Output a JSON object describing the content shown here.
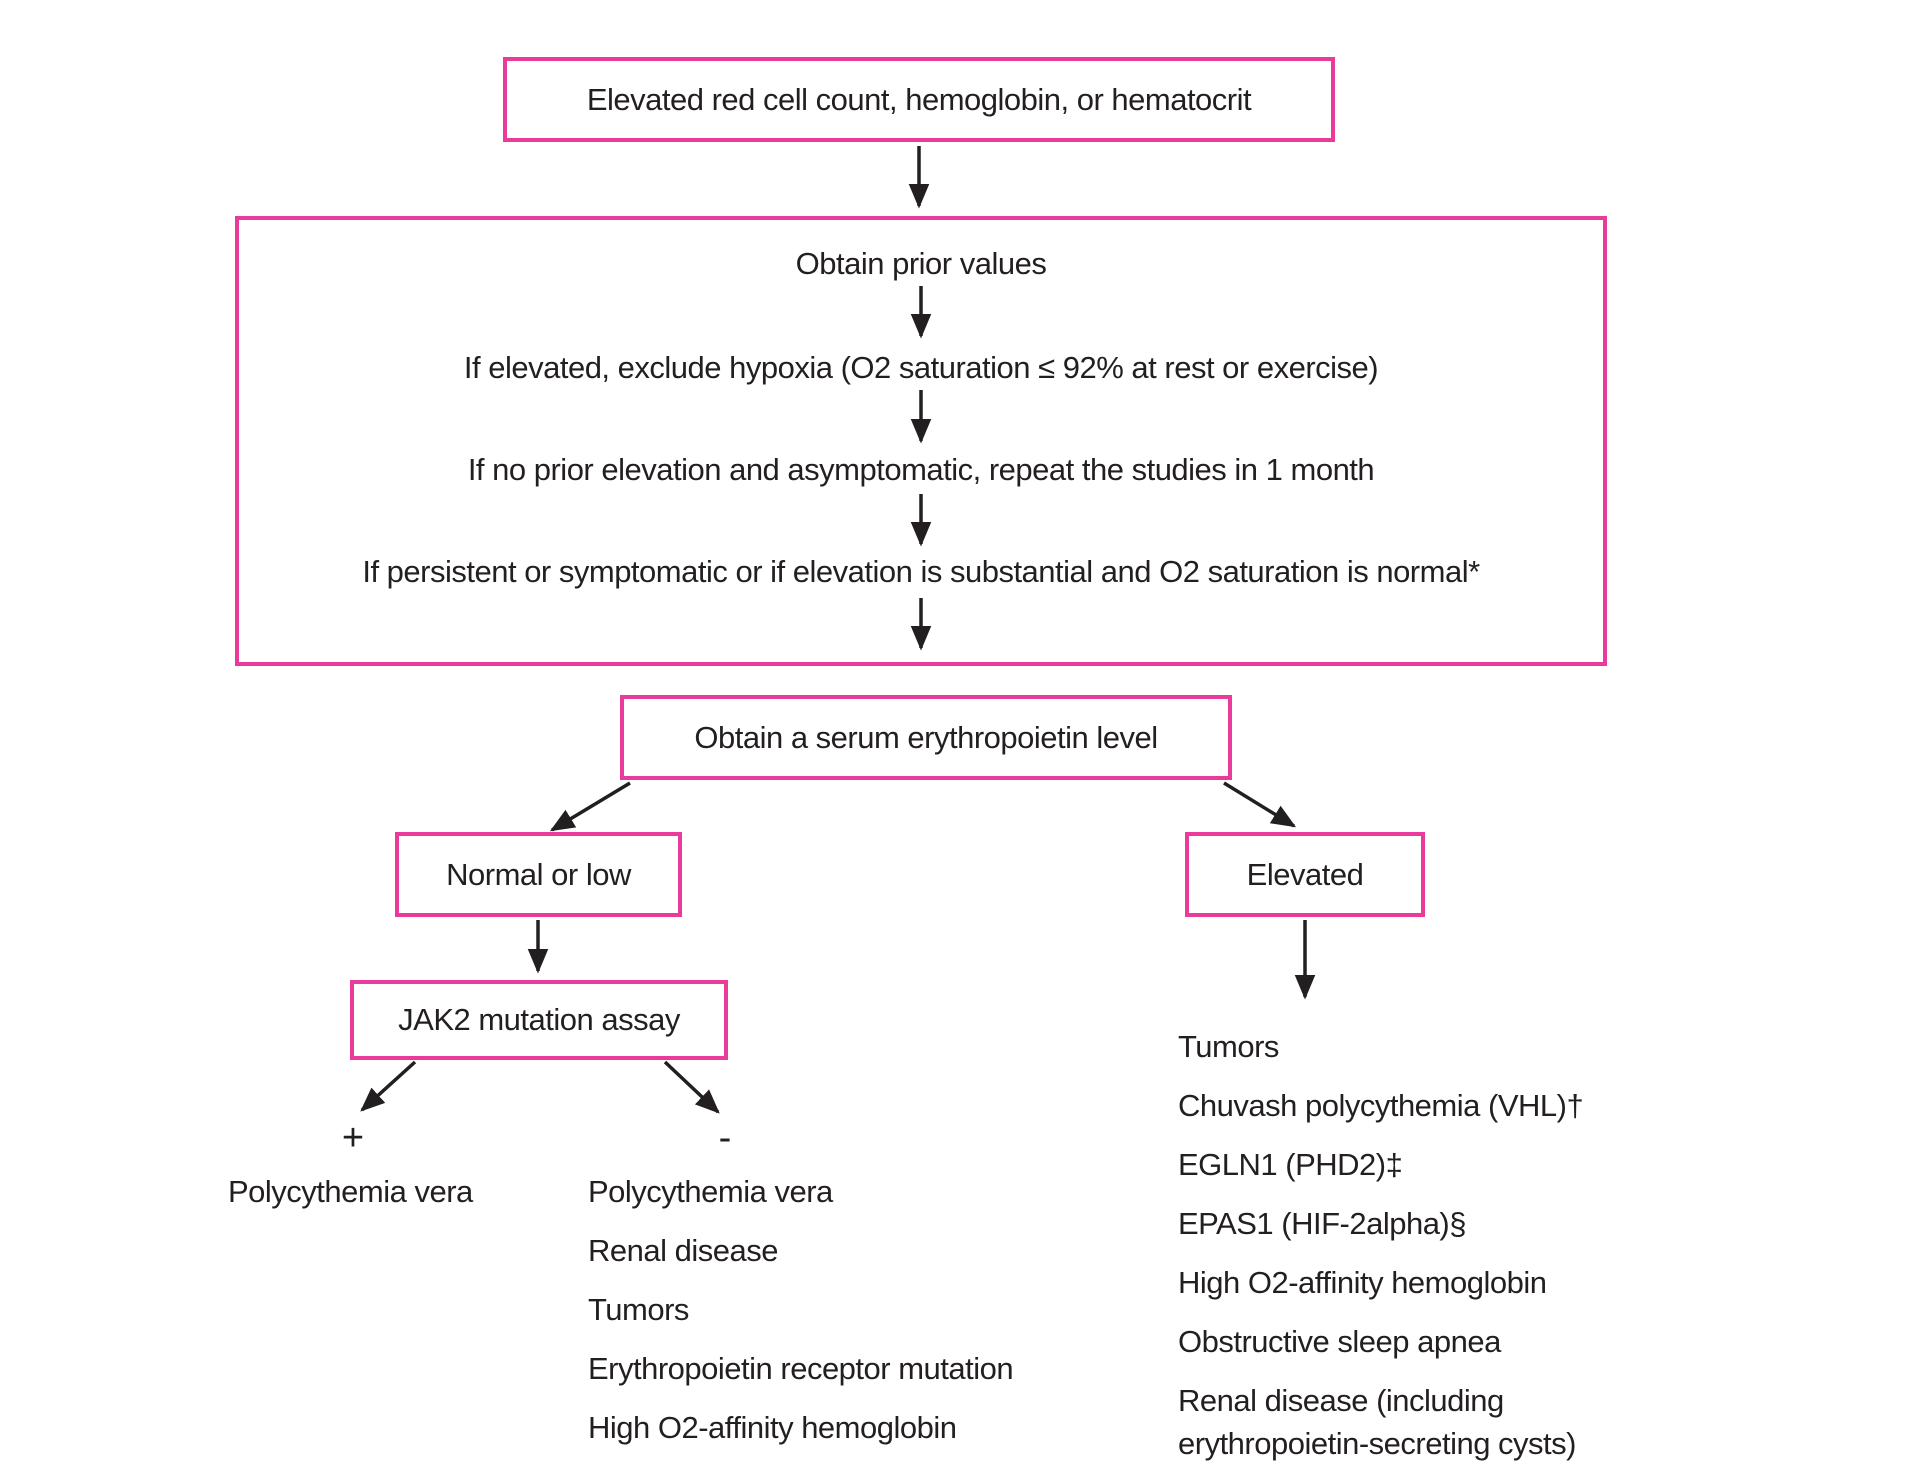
{
  "nodes": {
    "top": {
      "label": "Elevated red cell count, hemoglobin, or hematocrit"
    },
    "workup": {
      "steps": [
        "Obtain prior values",
        "If elevated, exclude hypoxia (O2 saturation ≤ 92% at rest or exercise)",
        "If no prior elevation and asymptomatic, repeat the studies in 1 month",
        "If persistent or symptomatic or if elevation is substantial and O2 saturation is normal*"
      ]
    },
    "epo": {
      "label": "Obtain a serum erythropoietin level"
    },
    "normal_low": {
      "label": "Normal or low"
    },
    "elevated": {
      "label": "Elevated"
    },
    "jak2": {
      "label": "JAK2 mutation assay"
    }
  },
  "branches": {
    "jak2_positive": {
      "sign": "+",
      "items": [
        "Polycythemia vera"
      ]
    },
    "jak2_negative": {
      "sign": "-",
      "items": [
        "Polycythemia vera",
        "Renal disease",
        "Tumors",
        "Erythropoietin receptor mutation",
        "High O2-affinity hemoglobin"
      ]
    },
    "epo_elevated": {
      "items": [
        "Tumors",
        "Chuvash polycythemia (VHL)†",
        "EGLN1 (PHD2)‡",
        "EPAS1 (HIF-2alpha)§",
        "High O2-affinity hemoglobin",
        "Obstructive sleep apnea",
        "Renal disease (including\nerythropoietin-secreting cysts)"
      ]
    }
  },
  "colors": {
    "box_border": "#ea3b9c",
    "ink": "#231f20",
    "background": "#ffffff"
  }
}
